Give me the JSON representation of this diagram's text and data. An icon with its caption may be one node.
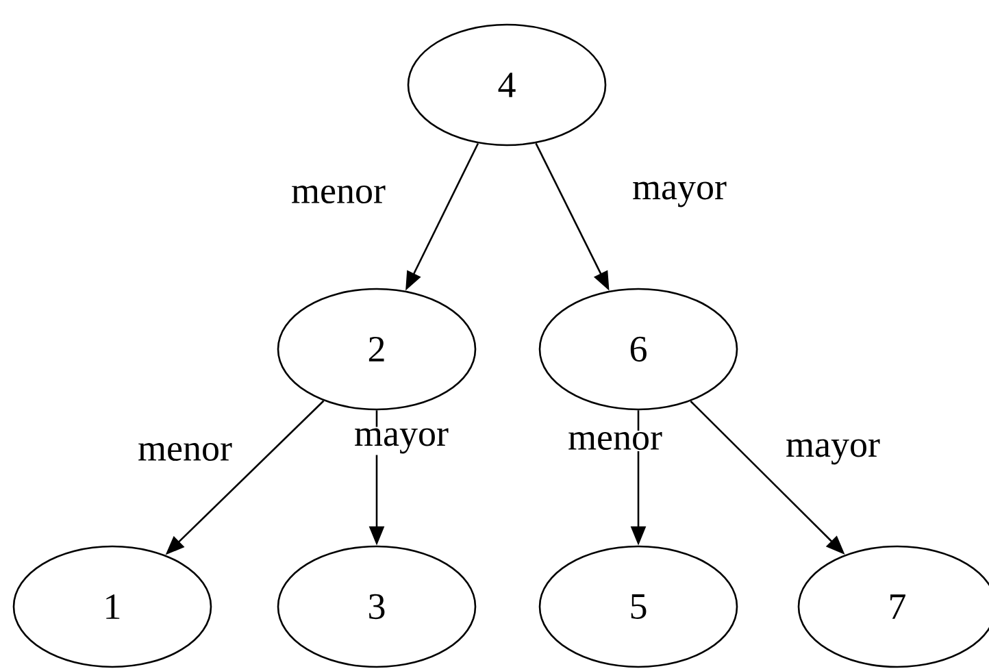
{
  "diagram": {
    "nodes": [
      {
        "text": [
          "4"
        ]
      },
      {
        "text": [
          "2"
        ]
      },
      {
        "text": [
          "6"
        ]
      },
      {
        "text": [
          "1"
        ]
      },
      {
        "text": [
          "3"
        ]
      },
      {
        "text": [
          "5"
        ]
      },
      {
        "text": [
          "7"
        ]
      }
    ],
    "edges": [
      {
        "from": 0,
        "to": 1,
        "arrow": "to",
        "label": "menor"
      },
      {
        "from": 0,
        "to": 2,
        "arrow": "to",
        "label": "mayor"
      },
      {
        "from": 1,
        "to": 3,
        "arrow": "to",
        "label": "menor"
      },
      {
        "from": 1,
        "to": 4,
        "arrow": "to",
        "label": "mayor"
      },
      {
        "from": 2,
        "to": 5,
        "arrow": "to",
        "label": "menor"
      },
      {
        "from": 2,
        "to": 6,
        "arrow": "to",
        "label": "mayor"
      }
    ]
  }
}
